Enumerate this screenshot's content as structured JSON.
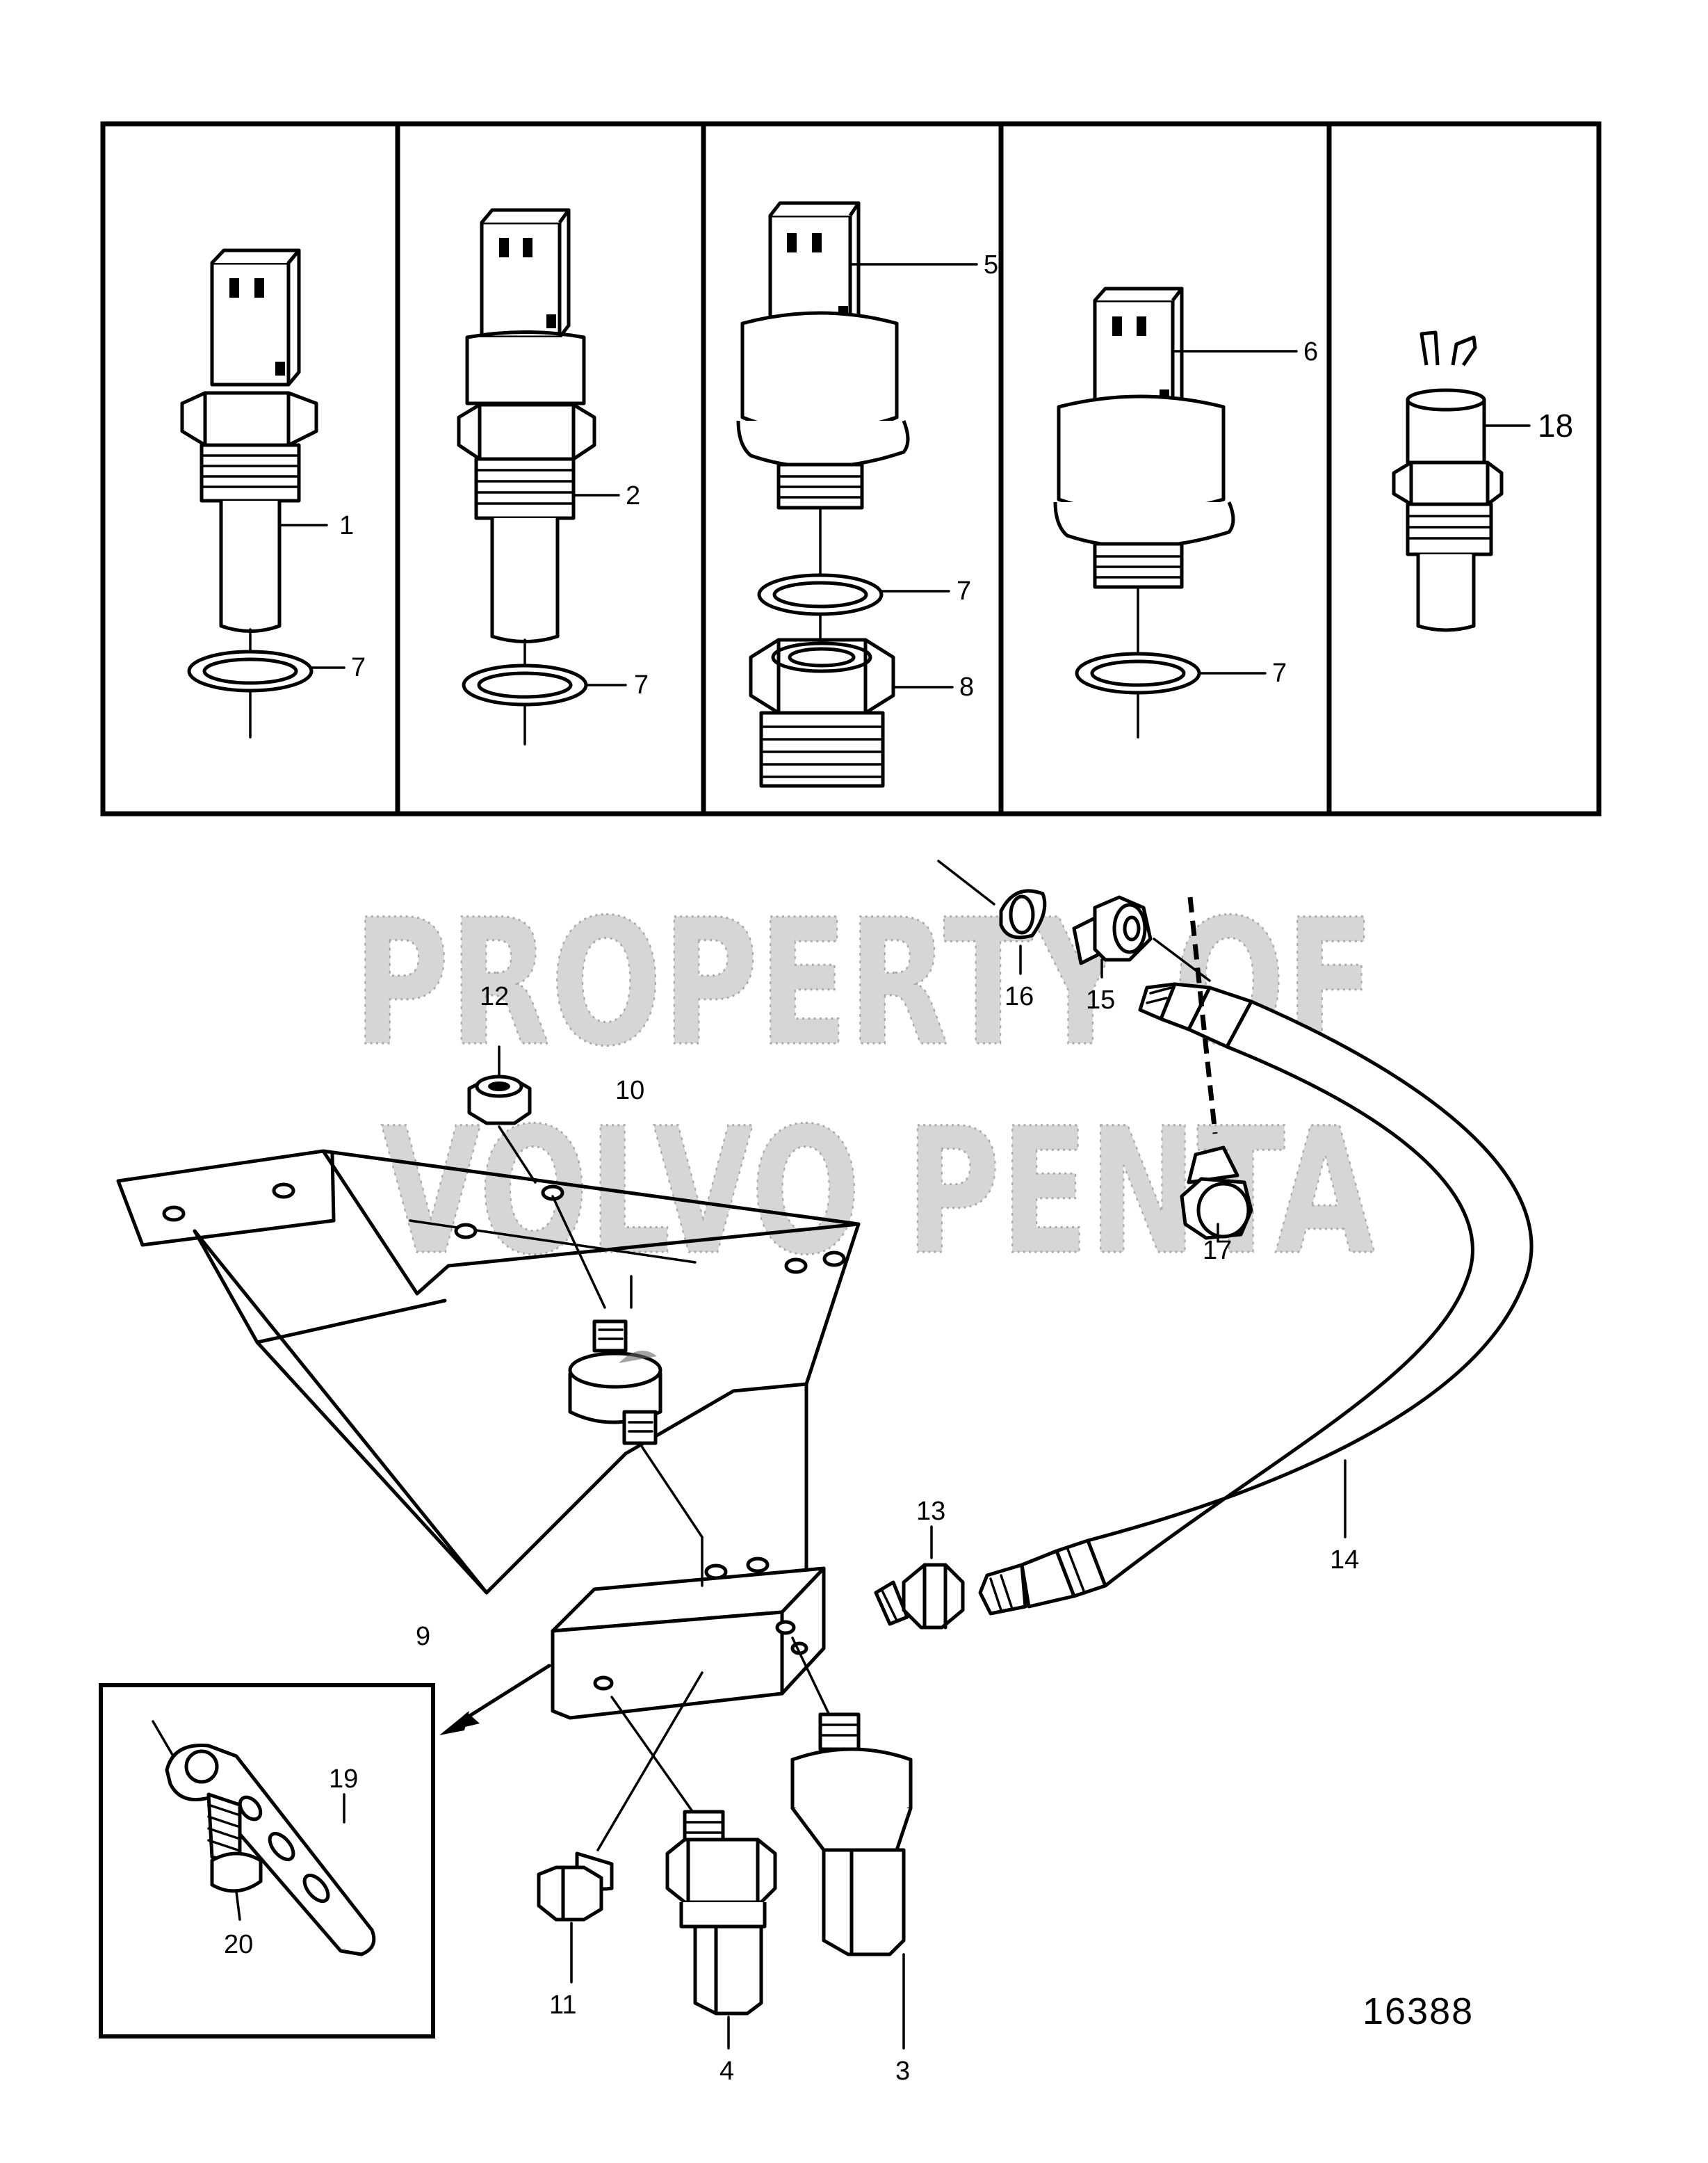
{
  "watermark": {
    "line1": "PROPERTY OF",
    "line2": "VOLVO PENTA"
  },
  "drawing_number": "16388",
  "callouts": {
    "c1": "1",
    "c2": "2",
    "c3": "3",
    "c4": "4",
    "c5": "5",
    "c6": "6",
    "c7a": "7",
    "c7b": "7",
    "c7c": "7",
    "c7d": "7",
    "c8": "8",
    "c9": "9",
    "c10": "10",
    "c11": "11",
    "c12": "12",
    "c13": "13",
    "c14": "14",
    "c15": "15",
    "c16": "16",
    "c17": "17",
    "c18": "18",
    "c19": "19",
    "c20": "20"
  },
  "colors": {
    "line": "#000000",
    "background": "#ffffff",
    "watermark": "#cfcfcf"
  }
}
